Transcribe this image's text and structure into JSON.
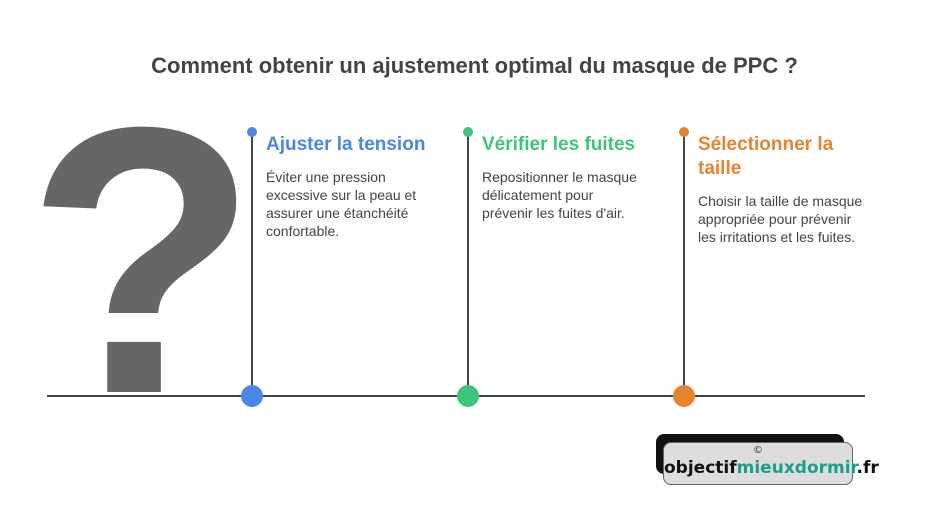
{
  "title": "Comment obtenir un ajustement optimal du masque de PPC ?",
  "icon": "question-mark-icon",
  "colors": {
    "blue": "#4a86e8",
    "green": "#3dc47e",
    "orange": "#e8832e",
    "text": "#444444"
  },
  "steps": [
    {
      "title": "Ajuster la tension",
      "desc": "Éviter une pression excessive sur la peau et assurer une étanchéité confortable."
    },
    {
      "title": "Vérifier les fuites",
      "desc": "Repositionner le masque délicatement pour prévenir les fuites d'air."
    },
    {
      "title": "Sélectionner la taille",
      "desc": "Choisir la taille de masque appropriée pour prévenir les irritations et les fuites."
    }
  ],
  "logo": {
    "copyright": "©",
    "part1": "objectif",
    "part2": "mieuxdormir",
    ".fr": ".fr",
    "suffix": ".fr"
  }
}
